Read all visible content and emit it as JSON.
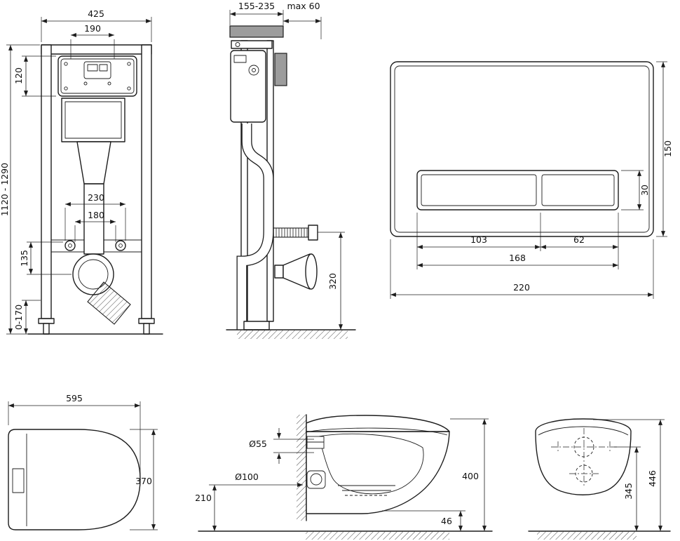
{
  "colors": {
    "line": "#1d1d1d",
    "background": "#ffffff",
    "wall_fill": "#9c9c9c"
  },
  "frame_front": {
    "width_total": "425",
    "width_opening": "190",
    "panel_height": "120",
    "frame_height_range": "1120 - 1290",
    "fixing_spacing_outer": "230",
    "fixing_spacing_inner": "180",
    "outlet_offset": "135",
    "leg_adjustment_range": "0-170"
  },
  "frame_side": {
    "installation_depth_range": "155-235",
    "max_offset": "max 60",
    "outlet_height": "320"
  },
  "flush_plate": {
    "plate_height": "150",
    "button_height": "30",
    "large_button_width": "103",
    "small_button_width": "62",
    "button_field_width": "168",
    "plate_width": "220"
  },
  "seat_top": {
    "seat_width": "595",
    "seat_depth": "370"
  },
  "bowl_side": {
    "inlet_diameter": "Ø55",
    "outlet_diameter": "Ø100",
    "outlet_center_height": "210",
    "bowl_top_height": "400",
    "rim_clearance": "46"
  },
  "bowl_back": {
    "fixing_height": "345",
    "overall_height": "446"
  }
}
